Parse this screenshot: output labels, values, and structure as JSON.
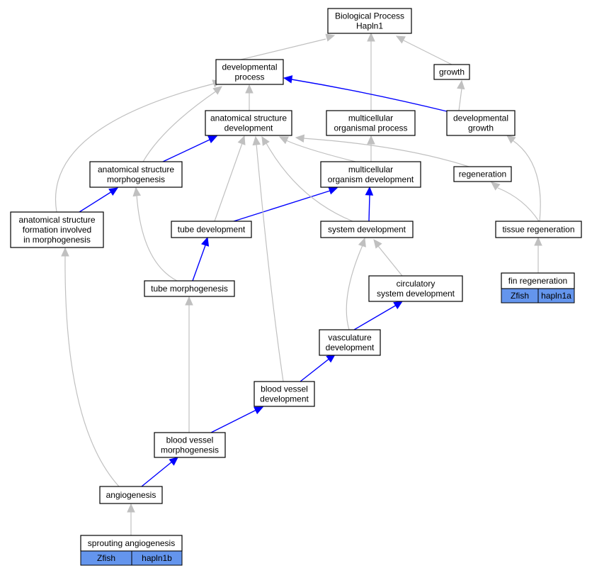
{
  "colors": {
    "part_of_edge": "#c0c0c0",
    "is_a_edge": "#0000ff",
    "gene_fill": "#6495ed"
  },
  "nodes": {
    "bp": [
      "Biological Process",
      "Hapln1"
    ],
    "dev_proc": [
      "developmental",
      "process"
    ],
    "growth": [
      "growth"
    ],
    "asd": [
      "anatomical structure",
      "development"
    ],
    "mop": [
      "multicellular",
      "organismal process"
    ],
    "dev_growth": [
      "developmental",
      "growth"
    ],
    "asm": [
      "anatomical structure",
      "morphogenesis"
    ],
    "mod": [
      "multicellular",
      "organism development"
    ],
    "regen": [
      "regeneration"
    ],
    "asf": [
      "anatomical structure",
      "formation involved",
      "in morphogenesis"
    ],
    "tube_dev": [
      "tube development"
    ],
    "sys_dev": [
      "system development"
    ],
    "tissue_regen": [
      "tissue regeneration"
    ],
    "csd": [
      "circulatory",
      "system development"
    ],
    "fin_regen": [
      "fin regeneration"
    ],
    "tube_morph": [
      "tube morphogenesis"
    ],
    "vasc_dev": [
      "vasculature",
      "development"
    ],
    "bv_dev": [
      "blood vessel",
      "development"
    ],
    "bv_morph": [
      "blood vessel",
      "morphogenesis"
    ],
    "angio": [
      "angiogenesis"
    ],
    "sprout": [
      "sprouting angiogenesis"
    ]
  },
  "genes": {
    "fin_regen": {
      "species": "Zfish",
      "gene": "hapln1a"
    },
    "sprout": {
      "species": "Zfish",
      "gene": "hapln1b"
    }
  }
}
